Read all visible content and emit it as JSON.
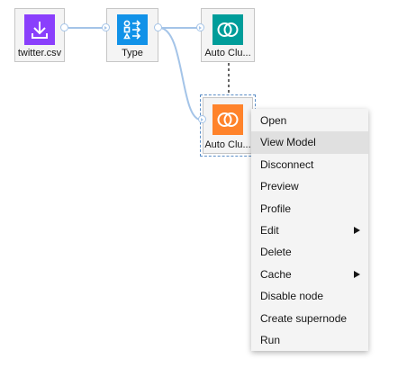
{
  "canvas": {
    "nodes": [
      {
        "id": "source",
        "label": "twitter.csv",
        "icon": "import-icon",
        "color": "#8a3ffc"
      },
      {
        "id": "type",
        "label": "Type",
        "icon": "type-icon",
        "color": "#1192e8"
      },
      {
        "id": "autocluster1",
        "label": "Auto Clu...",
        "icon": "overlap-circles-icon",
        "color": "#009d9a"
      },
      {
        "id": "autocluster2",
        "label": "Auto Clu...",
        "icon": "overlap-circles-icon",
        "color": "#ff832b"
      }
    ]
  },
  "context_menu": {
    "items": [
      {
        "label": "Open",
        "has_submenu": false
      },
      {
        "label": "View Model",
        "has_submenu": false,
        "highlighted": true
      },
      {
        "label": "Disconnect",
        "has_submenu": false
      },
      {
        "label": "Preview",
        "has_submenu": false
      },
      {
        "label": "Profile",
        "has_submenu": false
      },
      {
        "label": "Edit",
        "has_submenu": true
      },
      {
        "label": "Delete",
        "has_submenu": false
      },
      {
        "label": "Cache",
        "has_submenu": true
      },
      {
        "label": "Disable node",
        "has_submenu": false
      },
      {
        "label": "Create supernode",
        "has_submenu": false
      },
      {
        "label": "Run",
        "has_submenu": false
      }
    ]
  }
}
